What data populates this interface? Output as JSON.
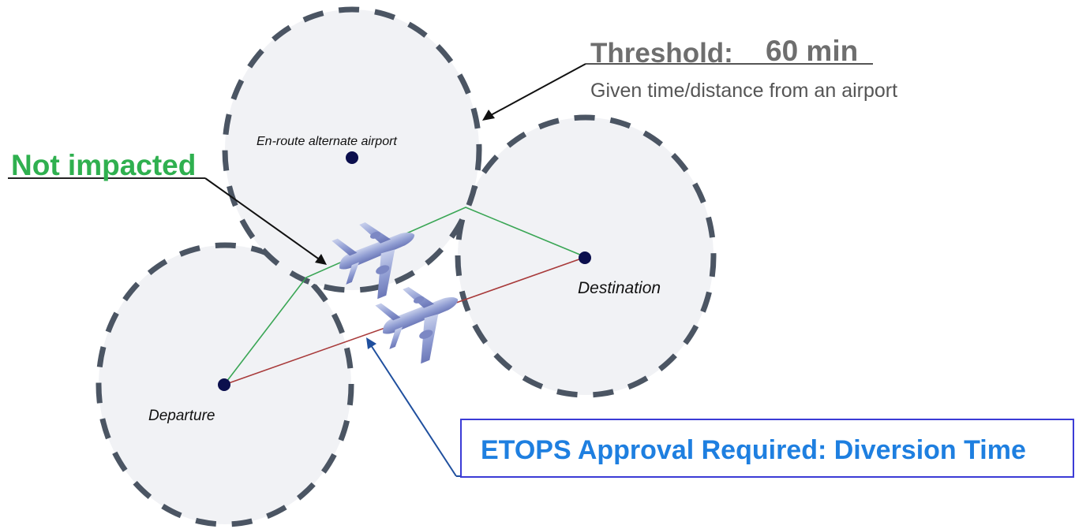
{
  "labels": {
    "enroute": "En-route alternate airport",
    "destination": "Destination",
    "departure": "Departure",
    "threshold_label": "Threshold:",
    "threshold_value": "60 min",
    "threshold_desc": "Given time/distance from an airport",
    "not_impacted": "Not impacted",
    "etops": "ETOPS Approval Required: Diversion Time"
  },
  "colors": {
    "circle_fill": "#f1f2f5",
    "circle_stroke": "#4b5563",
    "green_route": "#3aa655",
    "red_route": "#a83a3a",
    "airport_dot": "#0b0f4d",
    "etops_text": "#1e7fe0",
    "etops_border": "#3b3bd6",
    "not_impacted": "#2fb04f",
    "threshold_text": "#6e6e6e"
  },
  "icons": [
    "airplane-icon",
    "airplane-icon"
  ]
}
